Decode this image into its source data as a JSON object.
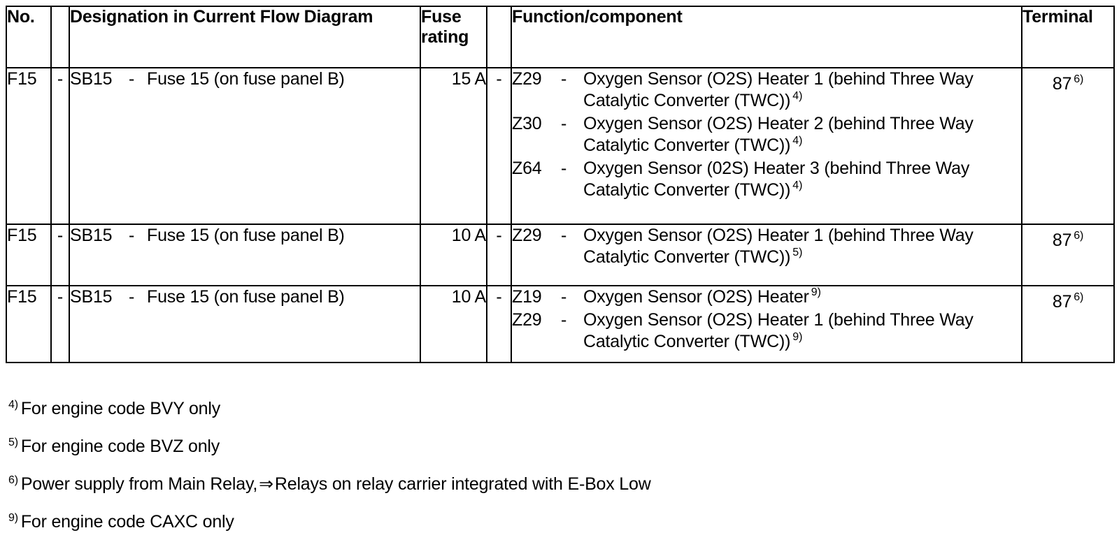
{
  "table": {
    "headers": {
      "no": "No.",
      "dash1": "",
      "designation": "Designation in Current Flow Diagram",
      "fuse_rating": "Fuse rating",
      "dash2": "",
      "function_component": "Function/component",
      "terminal": "Terminal"
    },
    "rows": [
      {
        "no": "F15",
        "dash": "-",
        "designation_code": "SB15",
        "designation_dash": "-",
        "designation_text": "Fuse 15 (on fuse panel B)",
        "fuse_rating": "15 A",
        "func_dash": "-",
        "functions": [
          {
            "code": "Z29",
            "dash": "-",
            "text": "Oxygen Sensor (O2S) Heater 1 (behind Three Way Catalytic Converter (TWC))",
            "footnote": "4)"
          },
          {
            "code": "Z30",
            "dash": "-",
            "text": "Oxygen Sensor (O2S) Heater 2 (behind Three Way Catalytic Converter (TWC))",
            "footnote": "4)"
          },
          {
            "code": "Z64",
            "dash": "-",
            "text": "Oxygen Sensor (02S) Heater 3 (behind Three Way Catalytic Converter (TWC))",
            "footnote": "4)"
          }
        ],
        "terminal": "87",
        "terminal_footnote": "6)"
      },
      {
        "no": "F15",
        "dash": "-",
        "designation_code": "SB15",
        "designation_dash": "-",
        "designation_text": "Fuse 15 (on fuse panel B)",
        "fuse_rating": "10 A",
        "func_dash": "-",
        "functions": [
          {
            "code": "Z29",
            "dash": "-",
            "text": "Oxygen Sensor (O2S) Heater 1 (behind Three Way Catalytic Converter (TWC))",
            "footnote": "5)"
          }
        ],
        "terminal": "87",
        "terminal_footnote": "6)"
      },
      {
        "no": "F15",
        "dash": "-",
        "designation_code": "SB15",
        "designation_dash": "-",
        "designation_text": "Fuse 15 (on fuse panel B)",
        "fuse_rating": "10 A",
        "func_dash": "-",
        "functions": [
          {
            "code": "Z19",
            "dash": "-",
            "text": "Oxygen Sensor (O2S) Heater",
            "footnote": "9)"
          },
          {
            "code": "Z29",
            "dash": "-",
            "text": "Oxygen Sensor (O2S) Heater 1 (behind Three Way Catalytic Converter (TWC))",
            "footnote": "9)"
          }
        ],
        "terminal": "87",
        "terminal_footnote": "6)"
      }
    ]
  },
  "footnotes": [
    {
      "marker": "4)",
      "text": "For engine code BVY only"
    },
    {
      "marker": "5)",
      "text": "For engine code BVZ only"
    },
    {
      "marker": "6)",
      "text_before": "Power supply from Main Relay,",
      "arrow": "⇒",
      "text_after": "Relays on relay carrier integrated with E-Box Low"
    },
    {
      "marker": "9)",
      "text": "For engine code CAXC only"
    }
  ]
}
